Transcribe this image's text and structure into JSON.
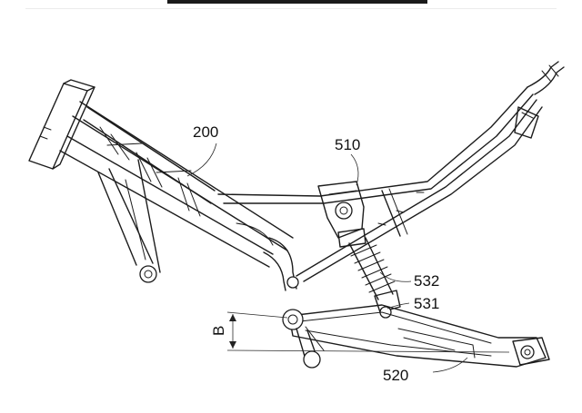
{
  "figure": {
    "labels": {
      "frame": "200",
      "upper_mount": "510",
      "spring": "532",
      "lower_mount": "531",
      "swingarm": "520",
      "dimension": "B"
    }
  }
}
